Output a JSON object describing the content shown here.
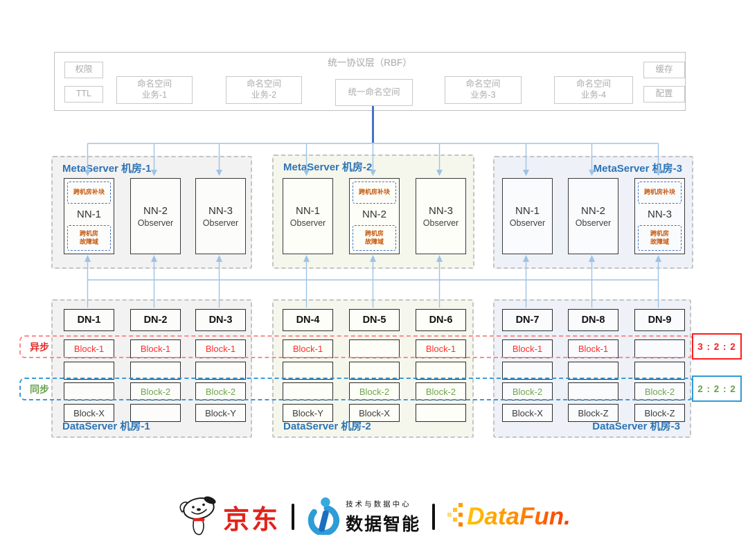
{
  "protocol_layer": {
    "title": "统一协议层（RBF）",
    "perm": "权限",
    "ttl": "TTL",
    "ns1": "命名空间\n业务-1",
    "ns2": "命名空间\n业务-2",
    "unified": "统一命名空间",
    "ns3": "命名空间\n业务-3",
    "ns4": "命名空间\n业务-4",
    "cache": "缓存",
    "config": "配置"
  },
  "meta_rooms": [
    {
      "title": "MetaServer 机房-1",
      "nodes": [
        {
          "name": "NN-1",
          "role": "",
          "patch": "跨机房补块",
          "fault": "跨机房\n故障域"
        },
        {
          "name": "NN-2",
          "role": "Observer"
        },
        {
          "name": "NN-3",
          "role": "Observer"
        }
      ]
    },
    {
      "title": "MetaServer 机房-2",
      "nodes": [
        {
          "name": "NN-1",
          "role": "Observer"
        },
        {
          "name": "NN-2",
          "role": "",
          "patch": "跨机房补块",
          "fault": "跨机房\n故障域"
        },
        {
          "name": "NN-3",
          "role": "Observer"
        }
      ]
    },
    {
      "title": "MetaServer 机房-3",
      "nodes": [
        {
          "name": "NN-1",
          "role": "Observer"
        },
        {
          "name": "NN-2",
          "role": "Observer"
        },
        {
          "name": "NN-3",
          "role": "",
          "patch": "跨机房补块",
          "fault": "跨机房\n故障域"
        }
      ]
    }
  ],
  "data_rooms": [
    {
      "title": "DataServer 机房-1",
      "nodes": [
        {
          "name": "DN-1",
          "cells": [
            "Block-1",
            "",
            "",
            "Block-X"
          ]
        },
        {
          "name": "DN-2",
          "cells": [
            "Block-1",
            "",
            "Block-2",
            ""
          ]
        },
        {
          "name": "DN-3",
          "cells": [
            "Block-1",
            "",
            "Block-2",
            "Block-Y"
          ]
        }
      ]
    },
    {
      "title": "DataServer 机房-2",
      "nodes": [
        {
          "name": "DN-4",
          "cells": [
            "Block-1",
            "",
            "",
            "Block-Y"
          ]
        },
        {
          "name": "DN-5",
          "cells": [
            "",
            "",
            "Block-2",
            "Block-X"
          ]
        },
        {
          "name": "DN-6",
          "cells": [
            "Block-1",
            "",
            "Block-2",
            ""
          ]
        }
      ]
    },
    {
      "title": "DataServer 机房-3",
      "nodes": [
        {
          "name": "DN-7",
          "cells": [
            "Block-1",
            "",
            "Block-2",
            "Block-X"
          ]
        },
        {
          "name": "DN-8",
          "cells": [
            "Block-1",
            "",
            "",
            "Block-Z"
          ]
        },
        {
          "name": "DN-9",
          "cells": [
            "",
            "",
            "Block-2",
            "Block-Z"
          ]
        }
      ]
    }
  ],
  "bands": {
    "async_label": "异步",
    "async_ratio": "3 : 2 : 2",
    "sync_label": "同步",
    "sync_ratio": "2 : 2 : 2"
  },
  "footer": {
    "jd_wordmark": "京东",
    "dept_line1": "技术与数据中心",
    "dept_line2": "数据智能",
    "datafun_wordmark": "DataFun."
  },
  "colors": {
    "room_title_blue": "#2E74B5",
    "wire_light_blue": "#9DC3E6",
    "wire_dark_blue": "#4472C4",
    "async_red": "#FF2D2D",
    "async_dash_red": "#FC8B8B",
    "sync_green": "#72A44F",
    "sync_dash_blue": "#2E9BD6",
    "cross_room_orange": "#C55A11",
    "gray_room_bg": "#F2F2F2",
    "green_room_bg": "#F5F7ED",
    "blue_room_bg": "#EEF1F7",
    "jd_red": "#E2231A",
    "datafun_orange": "#FF8A00"
  }
}
